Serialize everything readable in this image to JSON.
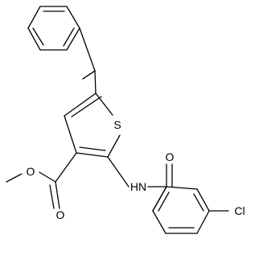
{
  "structure": {
    "atoms": {
      "sulfur": "S",
      "amide_nh": "HN",
      "amide_oxygen": "O",
      "ester_carbonyl_oxygen": "O",
      "ester_ether_oxygen": "O",
      "chlorine": "Cl"
    },
    "colors": {
      "bond": "#000000",
      "label": "#000000",
      "background": "#ffffff"
    }
  }
}
